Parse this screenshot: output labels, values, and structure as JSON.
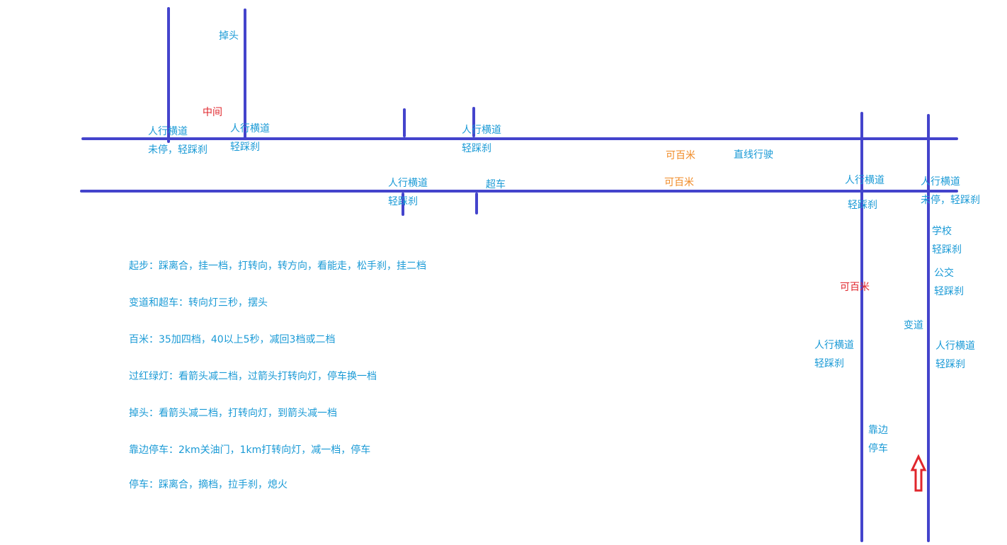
{
  "colors": {
    "road": "#4444cc",
    "label_blue": "#1a9ad6",
    "label_red": "#e0262c",
    "label_orange": "#f08a24",
    "arrow": "#e0262c"
  },
  "labels": {
    "uturn": "掉头",
    "middle": "中间",
    "crosswalk_1": "人行横道",
    "crosswalk_1_action": "未停，轻踩刹",
    "crosswalk_2": "人行横道",
    "crosswalk_2_action": "轻踩刹",
    "crosswalk_3": "人行横道",
    "crosswalk_3_action": "轻踩刹",
    "crosswalk_4": "人行横道",
    "crosswalk_4_action": "轻踩刹",
    "overtake": "超车",
    "hundred_m_top": "可百米",
    "straight_drive": "直线行驶",
    "hundred_m_bottom": "可百米",
    "crosswalk_5": "人行横道",
    "crosswalk_5_action": "轻踩刹",
    "crosswalk_6": "人行横道",
    "crosswalk_6_action": "未停，轻踩刹",
    "school": "学校",
    "school_action": "轻踩刹",
    "bus": "公交",
    "bus_action": "轻踩刹",
    "hundred_m_red": "可百米",
    "lane_change": "变道",
    "crosswalk_7": "人行横道",
    "crosswalk_7_action": "轻踩刹",
    "crosswalk_8": "人行横道",
    "crosswalk_8_action": "轻踩刹",
    "pull_over_1": "靠边",
    "pull_over_2": "停车"
  },
  "notes": [
    "起步：踩离合，挂一档，打转向，转方向，看能走，松手刹，挂二档",
    "变道和超车：转向灯三秒，摆头",
    "百米：35加四档，40以上5秒，减回3档或二档",
    "过红绿灯：看箭头减二档，过箭头打转向灯，停车换一档",
    "掉头：看箭头减二档，打转向灯，到箭头减一档",
    "靠边停车：2km关油门，1km打转向灯，减一档，停车",
    "停车：踩离合，摘档，拉手刹，熄火"
  ]
}
